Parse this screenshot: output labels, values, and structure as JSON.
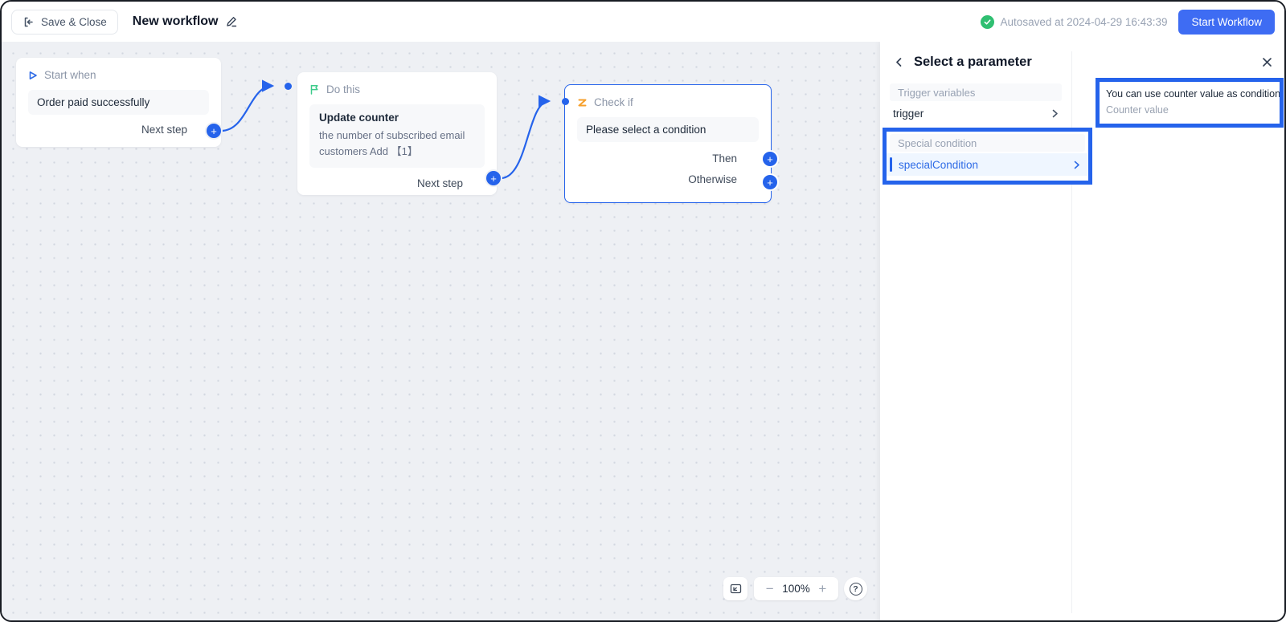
{
  "topbar": {
    "save_close_label": "Save & Close",
    "workflow_title": "New workflow",
    "autosaved_text": "Autosaved at 2024-04-29 16:43:39",
    "start_button_label": "Start Workflow"
  },
  "canvas": {
    "nodes": {
      "start": {
        "label": "Start when",
        "trigger_value": "Order paid successfully",
        "next_label": "Next step"
      },
      "action": {
        "label": "Do this",
        "title": "Update counter",
        "desc_line1": "the number of subscribed email",
        "desc_line2": "customers Add 【1】",
        "next_label": "Next step"
      },
      "condition": {
        "label": "Check if",
        "placeholder": "Please select a condition",
        "then_label": "Then",
        "otherwise_label": "Otherwise"
      }
    },
    "controls": {
      "zoom_out": "−",
      "zoom_level": "100%",
      "zoom_in": "+",
      "help": "?"
    }
  },
  "panel": {
    "title": "Select a parameter",
    "sections": [
      {
        "header": "Trigger variables",
        "item": "trigger"
      },
      {
        "header": "Special condition",
        "item": "specialCondition"
      }
    ],
    "callout": {
      "title": "You can use counter value as condition",
      "subtitle": "Counter value"
    }
  },
  "colors": {
    "accent_blue": "#2563eb",
    "primary_button_blue": "#3e6cf3",
    "success_green": "#2fbf71",
    "condition_orange": "#f6a02d",
    "flag_green": "#3dcb8a",
    "highlight_border_blue": "#2563eb"
  }
}
